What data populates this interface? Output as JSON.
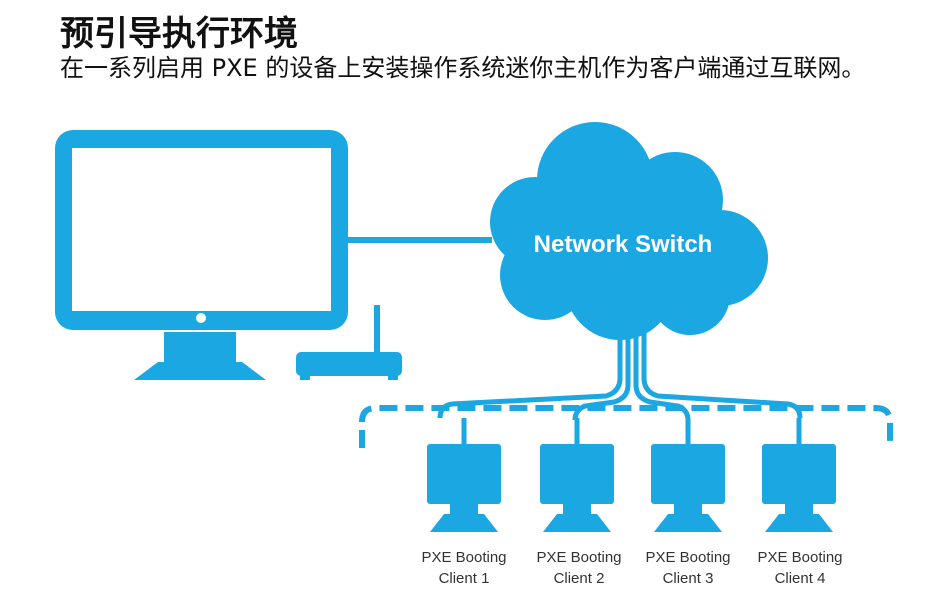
{
  "title": "预引导执行环境",
  "subtitle": "在一系列启用 PXE 的设备上安装操作系统迷你主机作为客户端通过互联网。",
  "colors": {
    "accent": "#1ba7e1",
    "text": "#111111",
    "label": "#333333"
  },
  "icons": [
    "monitor-icon",
    "router-icon",
    "cloud-icon",
    "client-computer-icon"
  ],
  "network": {
    "label": "Network Switch"
  },
  "clients": [
    {
      "line1": "PXE Booting",
      "line2": "Client 1"
    },
    {
      "line1": "PXE Booting",
      "line2": "Client 2"
    },
    {
      "line1": "PXE Booting",
      "line2": "Client 3"
    },
    {
      "line1": "PXE Booting",
      "line2": "Client 4"
    }
  ]
}
